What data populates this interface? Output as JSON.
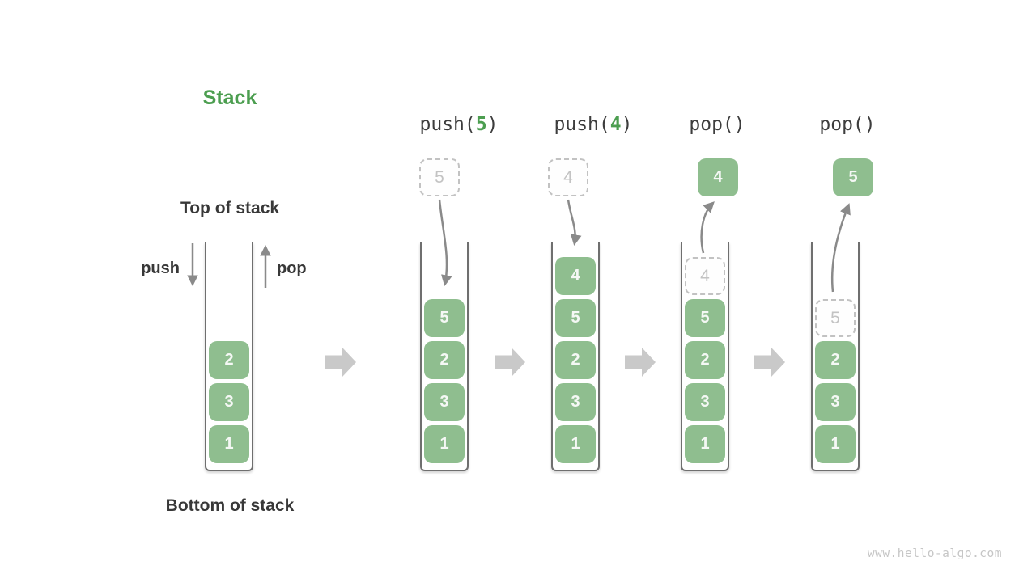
{
  "title": "Stack",
  "labels": {
    "top_of_stack": "Top of stack",
    "bottom_of_stack": "Bottom of stack",
    "push": "push",
    "pop": "pop"
  },
  "watermark": "www.hello-algo.com",
  "colors": {
    "box_green": "#8fbe8f",
    "box_text": "#f5f8f5",
    "accent_green": "#4c9e50",
    "text_dark": "#383838",
    "arrow": "#8a8a8a",
    "block_arrow": "#c9c9c9",
    "dashed_border": "#c2c2c2",
    "dashed_text": "#c3c3c3",
    "container_border": "#6f6f6f",
    "watermark": "#c6c6c6"
  },
  "legend": {
    "stack": [
      {
        "value": "2",
        "variant": "solid"
      },
      {
        "value": "3",
        "variant": "solid"
      },
      {
        "value": "1",
        "variant": "solid"
      }
    ]
  },
  "stages": [
    {
      "op": "push",
      "label_prefix": "push(",
      "label_arg": "5",
      "label_suffix": ")",
      "floating": {
        "value": "5",
        "variant": "dashed"
      },
      "arrow_direction": "down",
      "stack": [
        {
          "value": "5",
          "variant": "solid"
        },
        {
          "value": "2",
          "variant": "solid"
        },
        {
          "value": "3",
          "variant": "solid"
        },
        {
          "value": "1",
          "variant": "solid"
        }
      ]
    },
    {
      "op": "push",
      "label_prefix": "push(",
      "label_arg": "4",
      "label_suffix": ")",
      "floating": {
        "value": "4",
        "variant": "dashed"
      },
      "arrow_direction": "down",
      "stack": [
        {
          "value": "4",
          "variant": "solid"
        },
        {
          "value": "5",
          "variant": "solid"
        },
        {
          "value": "2",
          "variant": "solid"
        },
        {
          "value": "3",
          "variant": "solid"
        },
        {
          "value": "1",
          "variant": "solid"
        }
      ]
    },
    {
      "op": "pop",
      "label_prefix": "pop(",
      "label_arg": "",
      "label_suffix": ")",
      "floating": {
        "value": "4",
        "variant": "solid"
      },
      "arrow_direction": "up",
      "stack": [
        {
          "value": "4",
          "variant": "dashed"
        },
        {
          "value": "5",
          "variant": "solid"
        },
        {
          "value": "2",
          "variant": "solid"
        },
        {
          "value": "3",
          "variant": "solid"
        },
        {
          "value": "1",
          "variant": "solid"
        }
      ]
    },
    {
      "op": "pop",
      "label_prefix": "pop(",
      "label_arg": "",
      "label_suffix": ")",
      "floating": {
        "value": "5",
        "variant": "solid"
      },
      "arrow_direction": "up",
      "stack": [
        {
          "value": "5",
          "variant": "dashed"
        },
        {
          "value": "2",
          "variant": "solid"
        },
        {
          "value": "3",
          "variant": "solid"
        },
        {
          "value": "1",
          "variant": "solid"
        }
      ]
    }
  ]
}
